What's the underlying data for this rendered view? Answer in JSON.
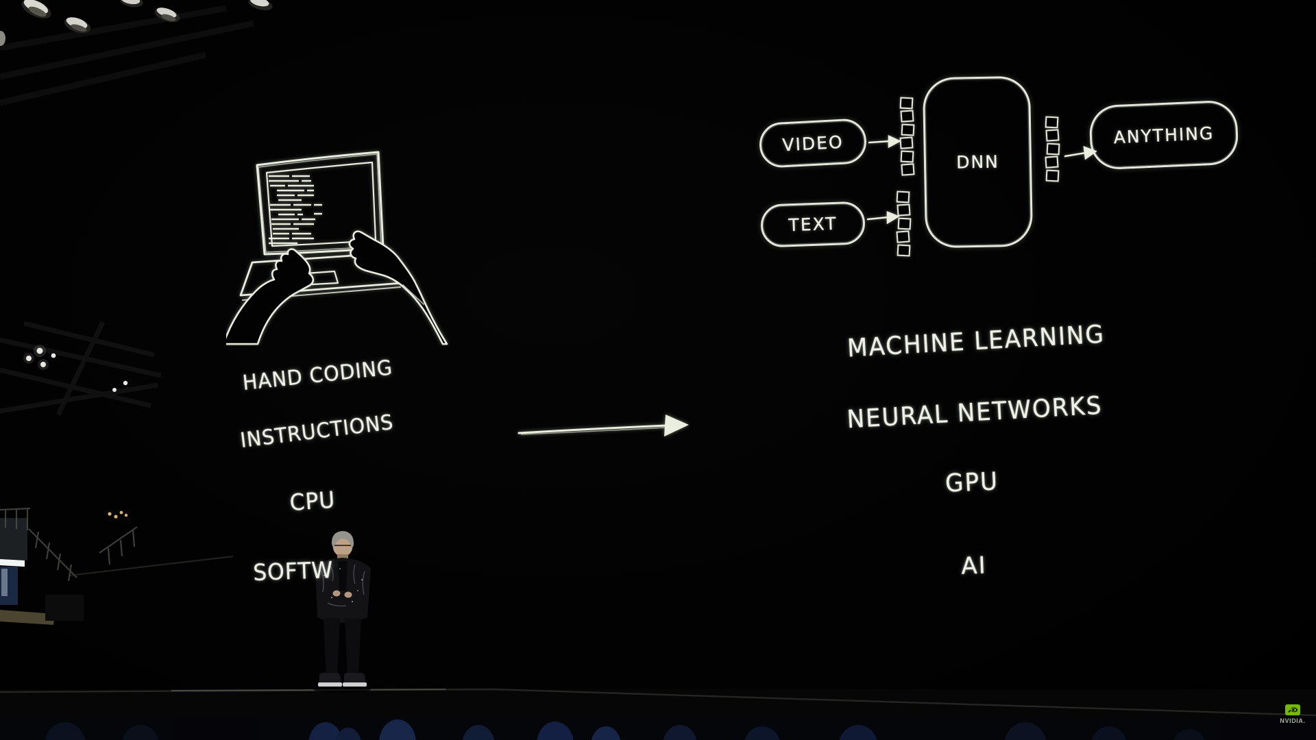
{
  "scene": {
    "setting": "dark keynote stage with projected hand-drawn slide",
    "background_color": "#020202",
    "ink_color": "#e8ecdf"
  },
  "slide": {
    "left_column": {
      "line1": "HAND CODING",
      "line2": "INSTRUCTIONS",
      "line3": "CPU",
      "line4": "SOFTW"
    },
    "center_arrow_icon": "arrow-right",
    "right_column": {
      "line1": "MACHINE LEARNING",
      "line2": "NEURAL NETWORKS",
      "line3": "GPU",
      "line4": "AI"
    },
    "diagram": {
      "input_video": "VIDEO",
      "input_text": "TEXT",
      "core": "DNN",
      "output": "ANYTHING",
      "stacks": {
        "video_to_dnn": 6,
        "text_to_dnn": 5,
        "dnn_to_output": 5
      }
    }
  },
  "watermark": {
    "logo_icon": "nvidia-eye-logo",
    "brand": "NVIDIA.",
    "green": "#76b900"
  }
}
